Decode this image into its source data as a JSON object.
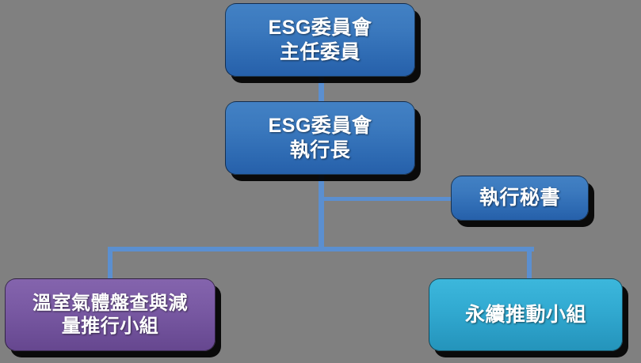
{
  "diagram": {
    "type": "org-chart",
    "background_color": "#808080",
    "connector_color": "#5b8fd0",
    "text_color": "#ffffff",
    "nodes": [
      {
        "id": "chairperson",
        "label": "ESG委員會\n主任委員",
        "level": 0,
        "color": "#3b79be",
        "style": "blue"
      },
      {
        "id": "ceo",
        "label": "ESG委員會\n執行長",
        "level": 1,
        "color": "#3b79be",
        "style": "blue"
      },
      {
        "id": "secretary",
        "label": "執行秘書",
        "level": 2,
        "color": "#3b79be",
        "style": "blue"
      },
      {
        "id": "ghg-team",
        "label": "溫室氣體盤查與減\n量推行小組",
        "level": 3,
        "color": "#7a5aa4",
        "style": "purple"
      },
      {
        "id": "sustainability-team",
        "label": "永續推動小組",
        "level": 3,
        "color": "#32abd2",
        "style": "teal"
      }
    ],
    "edges": [
      {
        "from": "chairperson",
        "to": "ceo"
      },
      {
        "from": "ceo",
        "to": "secretary"
      },
      {
        "from": "ceo",
        "to": "ghg-team"
      },
      {
        "from": "ceo",
        "to": "sustainability-team"
      }
    ]
  }
}
